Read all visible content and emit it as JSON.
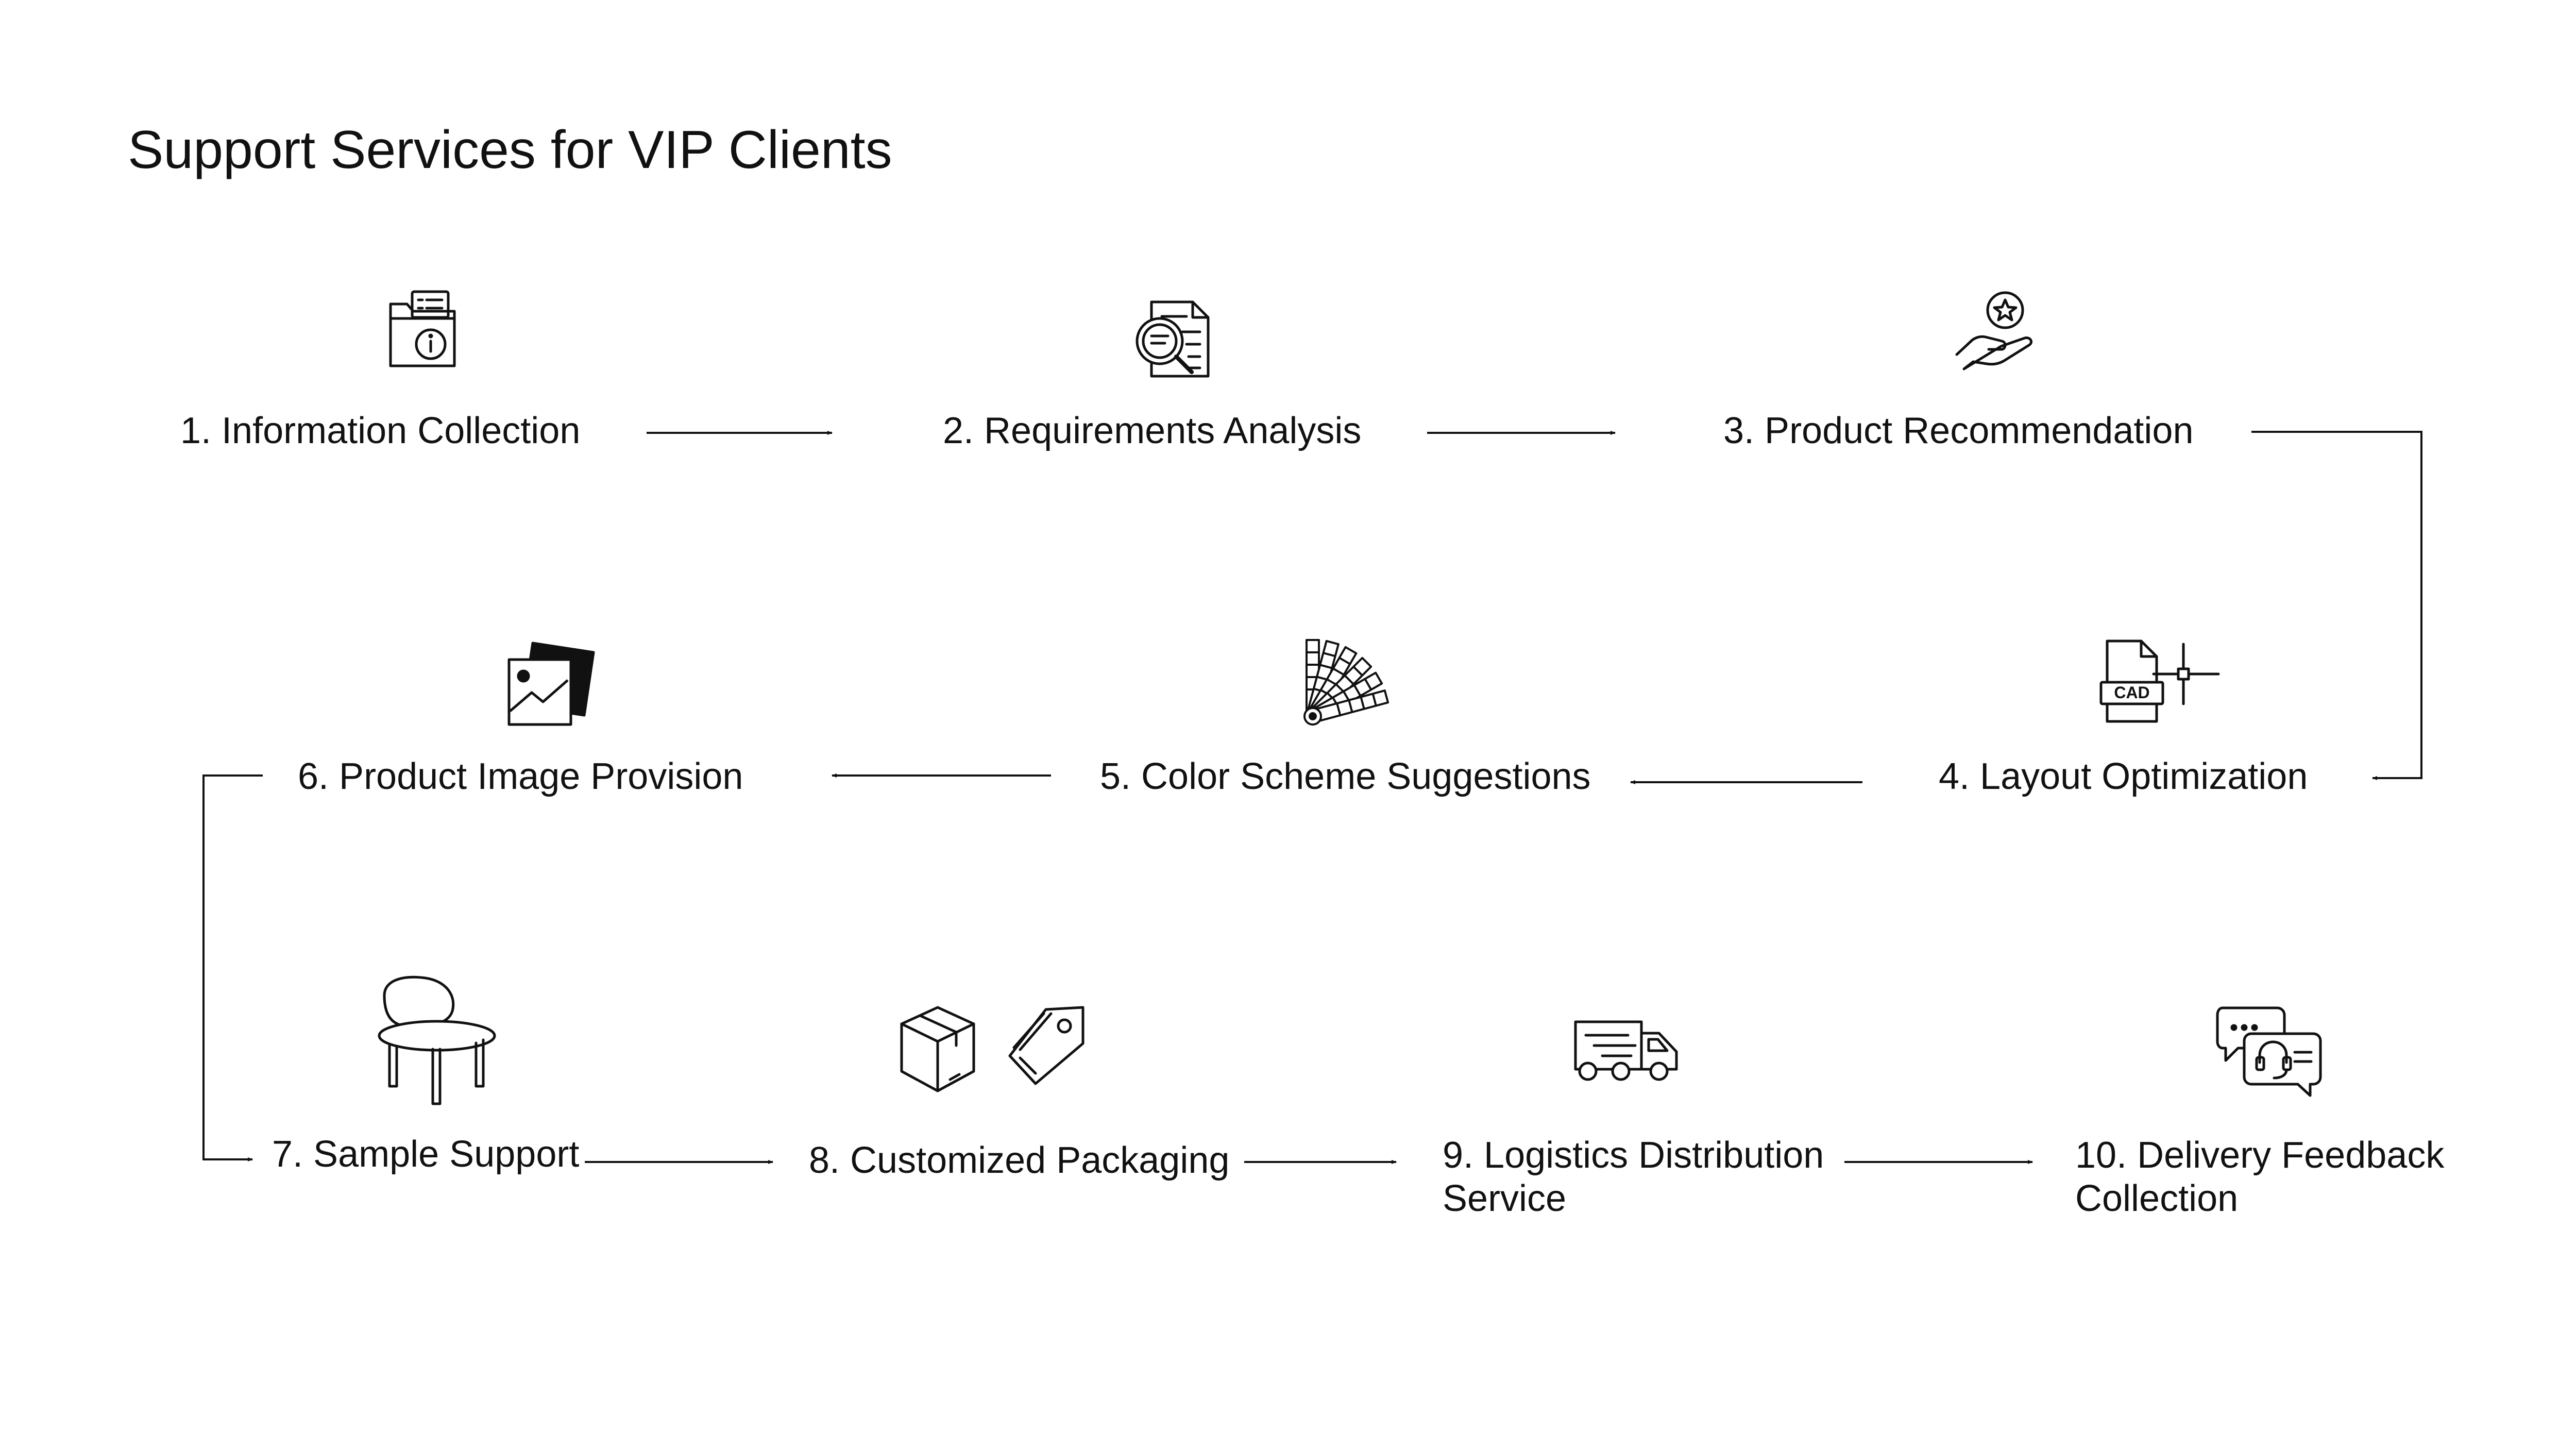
{
  "title": "Support Services for VIP Clients",
  "steps": [
    {
      "label": "1. Information Collection",
      "icon": "info-folder-icon"
    },
    {
      "label": "2. Requirements Analysis",
      "icon": "document-search-icon"
    },
    {
      "label": "3. Product Recommendation",
      "icon": "hand-star-icon"
    },
    {
      "label": "4. Layout Optimization",
      "icon": "cad-file-icon",
      "icon_text": "CAD"
    },
    {
      "label": "5. Color Scheme Suggestions",
      "icon": "color-swatch-icon"
    },
    {
      "label": "6. Product Image Provision",
      "icon": "image-gallery-icon"
    },
    {
      "label": "7. Sample Support",
      "icon": "chair-icon"
    },
    {
      "label": "8. Customized Packaging",
      "icon": "box-and-tag-icon"
    },
    {
      "label": "9. Logistics Distribution Service",
      "icon": "delivery-truck-icon"
    },
    {
      "label": "10. Delivery Feedback Collection",
      "icon": "chat-headset-icon"
    }
  ],
  "colors": {
    "text": "#111111",
    "stroke": "#111111",
    "background": "#ffffff"
  }
}
